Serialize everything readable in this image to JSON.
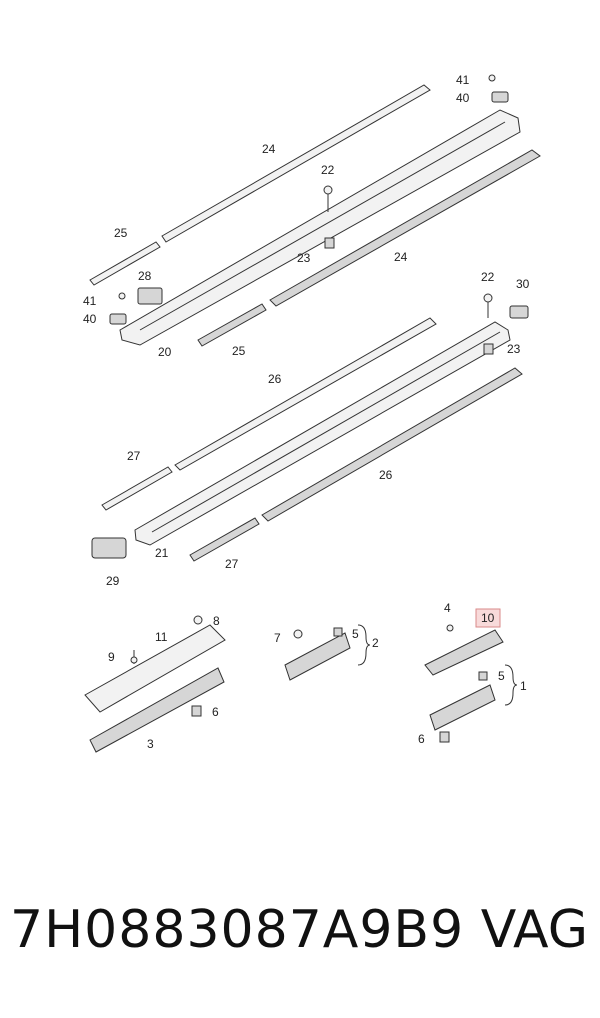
{
  "callouts": {
    "c1": "1",
    "c2": "2",
    "c3": "3",
    "c4": "4",
    "c5a": "5",
    "c5b": "5",
    "c6a": "6",
    "c6b": "6",
    "c7": "7",
    "c8": "8",
    "c9": "9",
    "c10": "10",
    "c11": "11",
    "c20": "20",
    "c21": "21",
    "c22a": "22",
    "c22b": "22",
    "c23a": "23",
    "c23b": "23",
    "c24a": "24",
    "c24b": "24",
    "c25a": "25",
    "c25b": "25",
    "c26a": "26",
    "c26b": "26",
    "c27a": "27",
    "c27b": "27",
    "c28": "28",
    "c29": "29",
    "c30": "30",
    "c40a": "40",
    "c40b": "40",
    "c41a": "41",
    "c41b": "41"
  },
  "highlighted_callout": "10",
  "colors": {
    "highlight_fill": "#f8dada",
    "highlight_border": "#d98a8a"
  },
  "footer": {
    "part_number": "7H0883087A9B9",
    "brand": "VAG"
  }
}
